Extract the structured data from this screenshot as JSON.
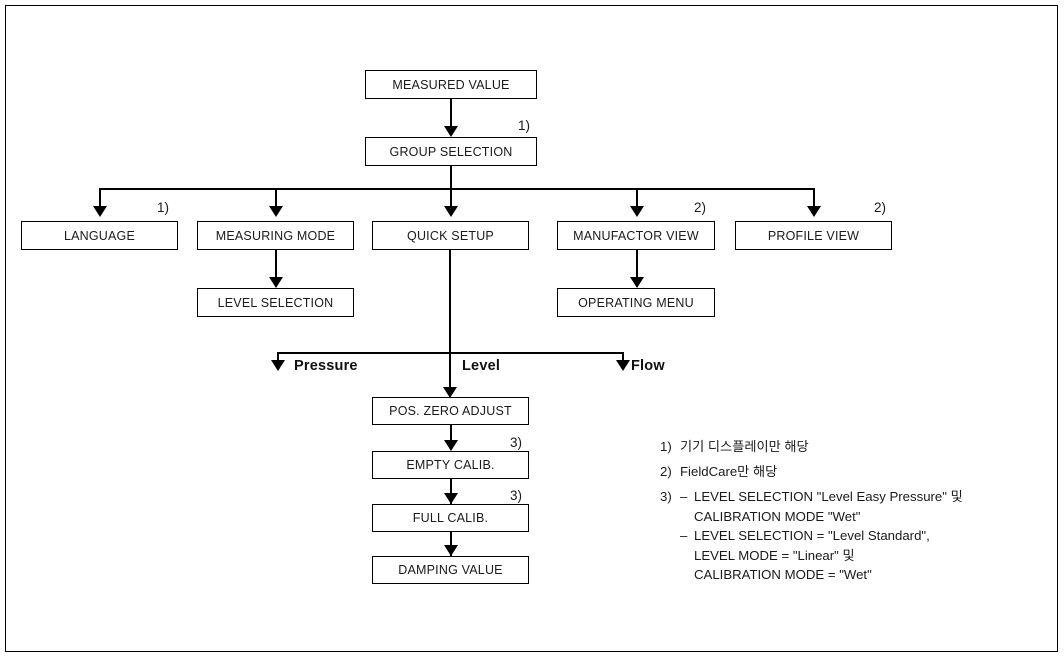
{
  "diagram": {
    "title": "Operating menu structure flowchart",
    "nodes": {
      "measured_value": "MEASURED VALUE",
      "group_selection": "GROUP SELECTION",
      "language": "LANGUAGE",
      "measuring_mode": "MEASURING MODE",
      "quick_setup": "QUICK SETUP",
      "manufactor_view": "MANUFACTOR VIEW",
      "profile_view": "PROFILE VIEW",
      "level_selection": "LEVEL SELECTION",
      "operating_menu": "OPERATING MENU",
      "pos_zero_adjust": "POS. ZERO ADJUST",
      "empty_calib": "EMPTY CALIB.",
      "full_calib": "FULL CALIB.",
      "damping_value": "DAMPING VALUE"
    },
    "branch_labels": {
      "pressure": "Pressure",
      "level": "Level",
      "flow": "Flow"
    },
    "footnote_marks": {
      "group_selection": "1)",
      "language": "1)",
      "manufactor_view": "2)",
      "profile_view": "2)",
      "empty_calib": "3)",
      "full_calib": "3)"
    },
    "legend": {
      "item1_marker": "1)",
      "item1_text": "기기 디스플레이만 해당",
      "item2_marker": "2)",
      "item2_text": "FieldCare만 해당",
      "item3_marker": "3)",
      "item3_dash1": "–",
      "item3_line1": "LEVEL SELECTION \"Level Easy Pressure\" 및",
      "item3_line2": "CALIBRATION MODE \"Wet\"",
      "item3_dash2": "–",
      "item3_line3": "LEVEL SELECTION = \"Level Standard\",",
      "item3_line4": "LEVEL MODE = \"Linear\" 및",
      "item3_line5": "CALIBRATION MODE = \"Wet\""
    },
    "colors": {
      "stroke": "#000000",
      "text": "#1a1a1a",
      "background": "#ffffff"
    }
  }
}
